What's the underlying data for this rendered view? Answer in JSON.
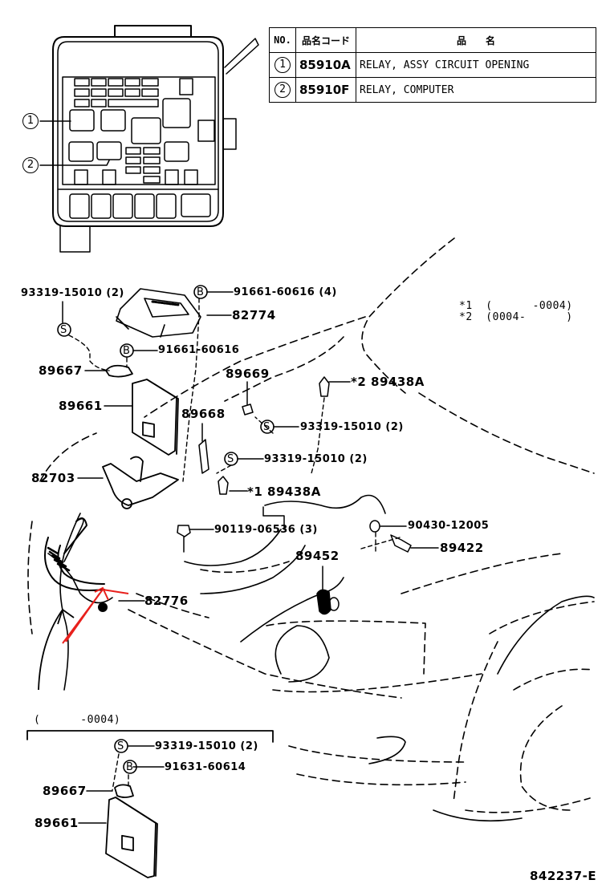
{
  "legend_table": {
    "headers": [
      "NO.",
      "品名コード",
      "品　　名"
    ],
    "rows": [
      {
        "no": "1",
        "code": "85910A",
        "name": "RELAY, ASSY CIRCUIT OPENING"
      },
      {
        "no": "2",
        "code": "85910F",
        "name": "RELAY, COMPUTER"
      }
    ]
  },
  "relay_box_callouts": [
    "1",
    "2"
  ],
  "notes": {
    "line1": "*1  (      -0004)",
    "line2": "*2  (0004-      )"
  },
  "part_labels": {
    "p93319_a": "93319-15010 (2)",
    "p91661_4": "91661-60616 (4)",
    "p82774": "82774",
    "p91661": "91661-60616",
    "p89667": "89667",
    "p89669": "89669",
    "p89438A_2": "*2 89438A",
    "p89661": "89661",
    "p89668": "89668",
    "p93319_b": "93319-15010 (2)",
    "p93319_c": "93319-15010 (2)",
    "p82703": "82703",
    "p89438A_1": "*1 89438A",
    "p90119": "90119-06536 (3)",
    "p90430": "90430-12005",
    "p89422": "89422",
    "p89452": "89452",
    "p82776": "82776"
  },
  "inset": {
    "range": "(      -0004)",
    "p93319": "93319-15010 (2)",
    "p91631": "91631-60614",
    "p89667": "89667",
    "p89661": "89661"
  },
  "fastener_symbols": {
    "s": "S",
    "b": "B"
  },
  "diagram_code": "842237-E",
  "colors": {
    "line": "#000000",
    "annotation_arrow": "#e8201c",
    "background": "#ffffff"
  }
}
